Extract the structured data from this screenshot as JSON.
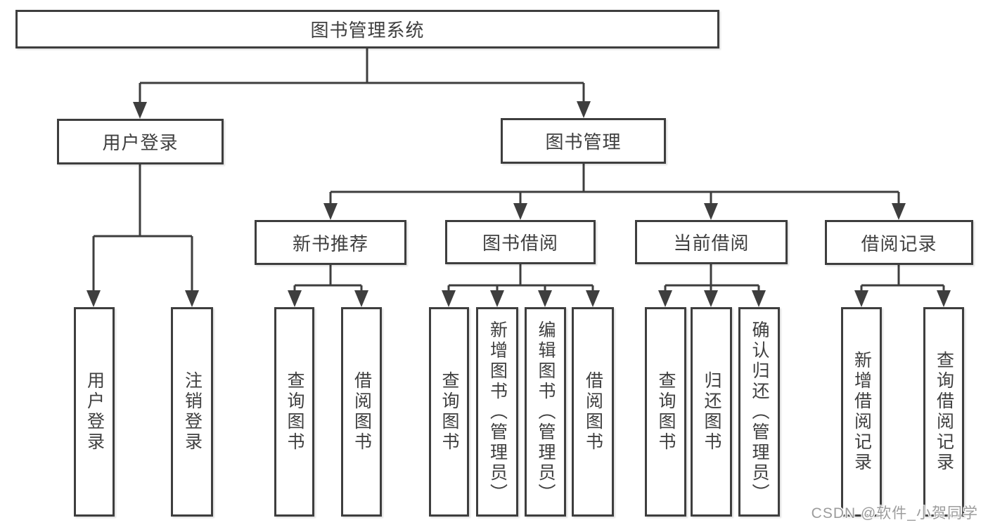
{
  "watermark": "CSDN @软件_小贺同学",
  "tree": {
    "root": {
      "label": "图书管理系统",
      "children": [
        {
          "label": "用户登录",
          "children": [
            {
              "label": "用户登录"
            },
            {
              "label": "注销登录"
            }
          ]
        },
        {
          "label": "图书管理",
          "children": [
            {
              "label": "新书推荐",
              "children": [
                {
                  "label": "查询图书"
                },
                {
                  "label": "借阅图书"
                }
              ]
            },
            {
              "label": "图书借阅",
              "children": [
                {
                  "label": "查询图书"
                },
                {
                  "label": "新增图书（管理员）"
                },
                {
                  "label": "编辑图书（管理员）"
                },
                {
                  "label": "借阅图书"
                }
              ]
            },
            {
              "label": "当前借阅",
              "children": [
                {
                  "label": "查询图书"
                },
                {
                  "label": "归还图书"
                },
                {
                  "label": "确认归还（管理员）"
                }
              ]
            },
            {
              "label": "借阅记录",
              "children": [
                {
                  "label": "新增借阅记录"
                },
                {
                  "label": "查询借阅记录"
                }
              ]
            }
          ]
        }
      ]
    }
  },
  "colors": {
    "line": "#3e3e3e",
    "text": "#3f3f3f",
    "watermark": "#9c9c9c",
    "background": "#ffffff"
  }
}
